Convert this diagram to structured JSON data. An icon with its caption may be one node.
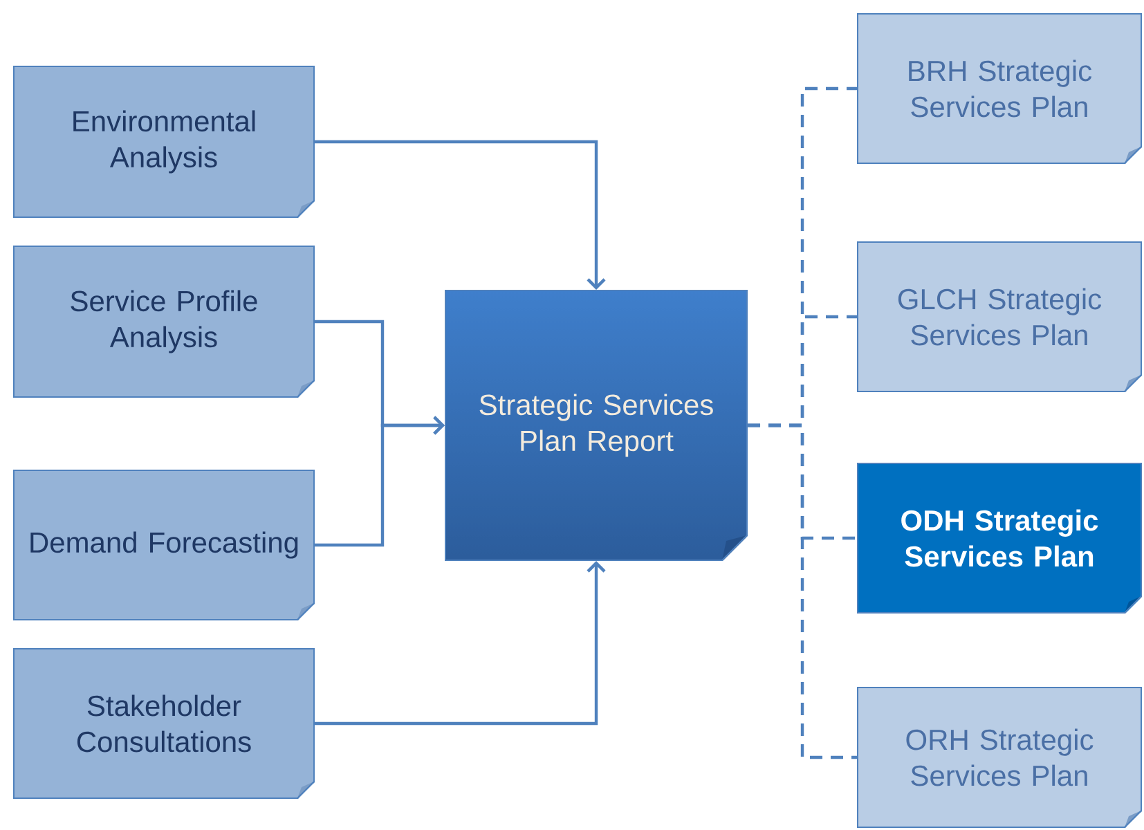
{
  "diagram": {
    "nodes": [
      {
        "text": [
          "Environmental Analysis"
        ]
      },
      {
        "text": [
          "Service Profile Analysis"
        ]
      },
      {
        "text": [
          "Demand Forecasting"
        ]
      },
      {
        "text": [
          "Stakeholder Consultations"
        ]
      },
      {
        "text": [
          "Strategic Services Plan Report"
        ]
      },
      {
        "text": [
          "BRH Strategic Services Plan"
        ]
      },
      {
        "text": [
          "GLCH Strategic Services Plan"
        ]
      },
      {
        "text": [
          "ODH Strategic Services Plan"
        ]
      },
      {
        "text": [
          "ORH Strategic Services Plan"
        ]
      }
    ],
    "edges": [
      {
        "from": 0,
        "to": 4,
        "arrow": "to"
      },
      {
        "from": 1,
        "to": 4,
        "arrow": "to"
      },
      {
        "from": 2,
        "to": 4,
        "arrow": "to"
      },
      {
        "from": 3,
        "to": 4,
        "arrow": "to"
      },
      {
        "from": 4,
        "to": 5,
        "arrow": "none",
        "style": "dashed"
      },
      {
        "from": 4,
        "to": 6,
        "arrow": "none",
        "style": "dashed"
      },
      {
        "from": 4,
        "to": 7,
        "arrow": "none",
        "style": "dashed"
      },
      {
        "from": 4,
        "to": 8,
        "arrow": "none",
        "style": "dashed"
      }
    ]
  }
}
